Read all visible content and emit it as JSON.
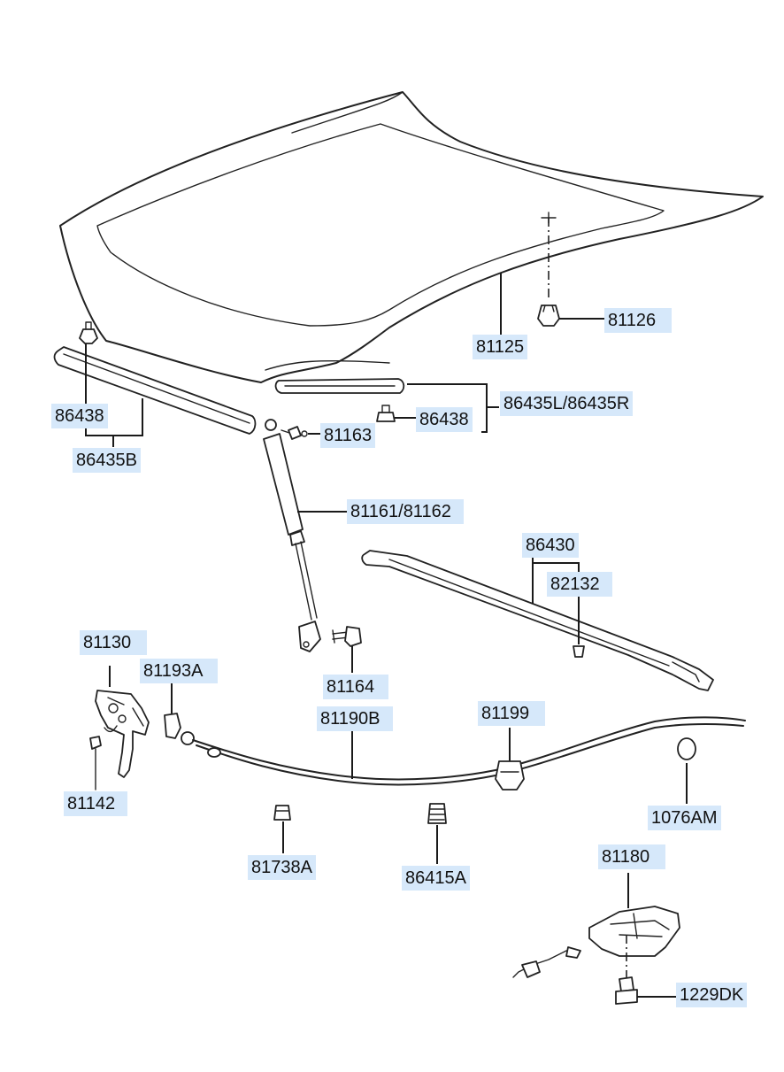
{
  "labels": {
    "l81125": "81125",
    "l81126": "81126",
    "l86438_left": "86438",
    "l86435B": "86435B",
    "l86435LR": "86435L/86435R",
    "l86438_right": "86438",
    "l81163": "81163",
    "l81161_81162": "81161/81162",
    "l86430": "86430",
    "l82132": "82132",
    "l81130": "81130",
    "l81193A": "81193A",
    "l81164": "81164",
    "l81190B": "81190B",
    "l81199": "81199",
    "l81142": "81142",
    "l1076AM": "1076AM",
    "l81738A": "81738A",
    "l86415A": "86415A",
    "l81180": "81180",
    "l1229DK": "1229DK"
  }
}
